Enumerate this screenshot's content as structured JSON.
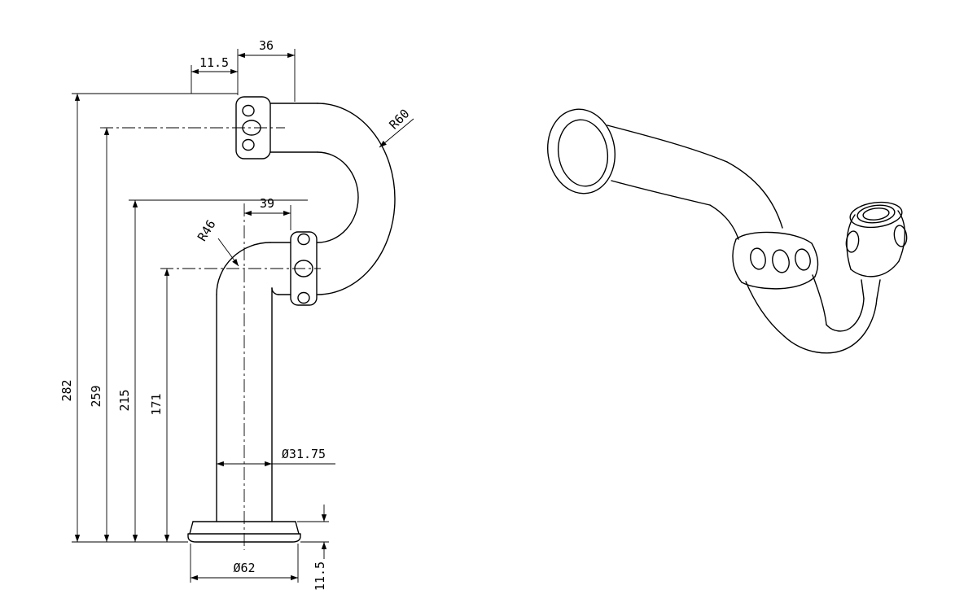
{
  "colors": {
    "background": "#ffffff",
    "line": "#000000"
  },
  "dims": {
    "top_width": "36",
    "top_offset": "11.5",
    "trap_offset": "39",
    "radius_outer": "R60",
    "radius_elbow": "R46",
    "height_overall": "282",
    "height_outlet_axis": "259",
    "height_bend": "215",
    "height_trap_axis": "171",
    "tube_diameter": "Ø31.75",
    "flange_diameter": "Ø62",
    "flange_height": "11.5"
  }
}
